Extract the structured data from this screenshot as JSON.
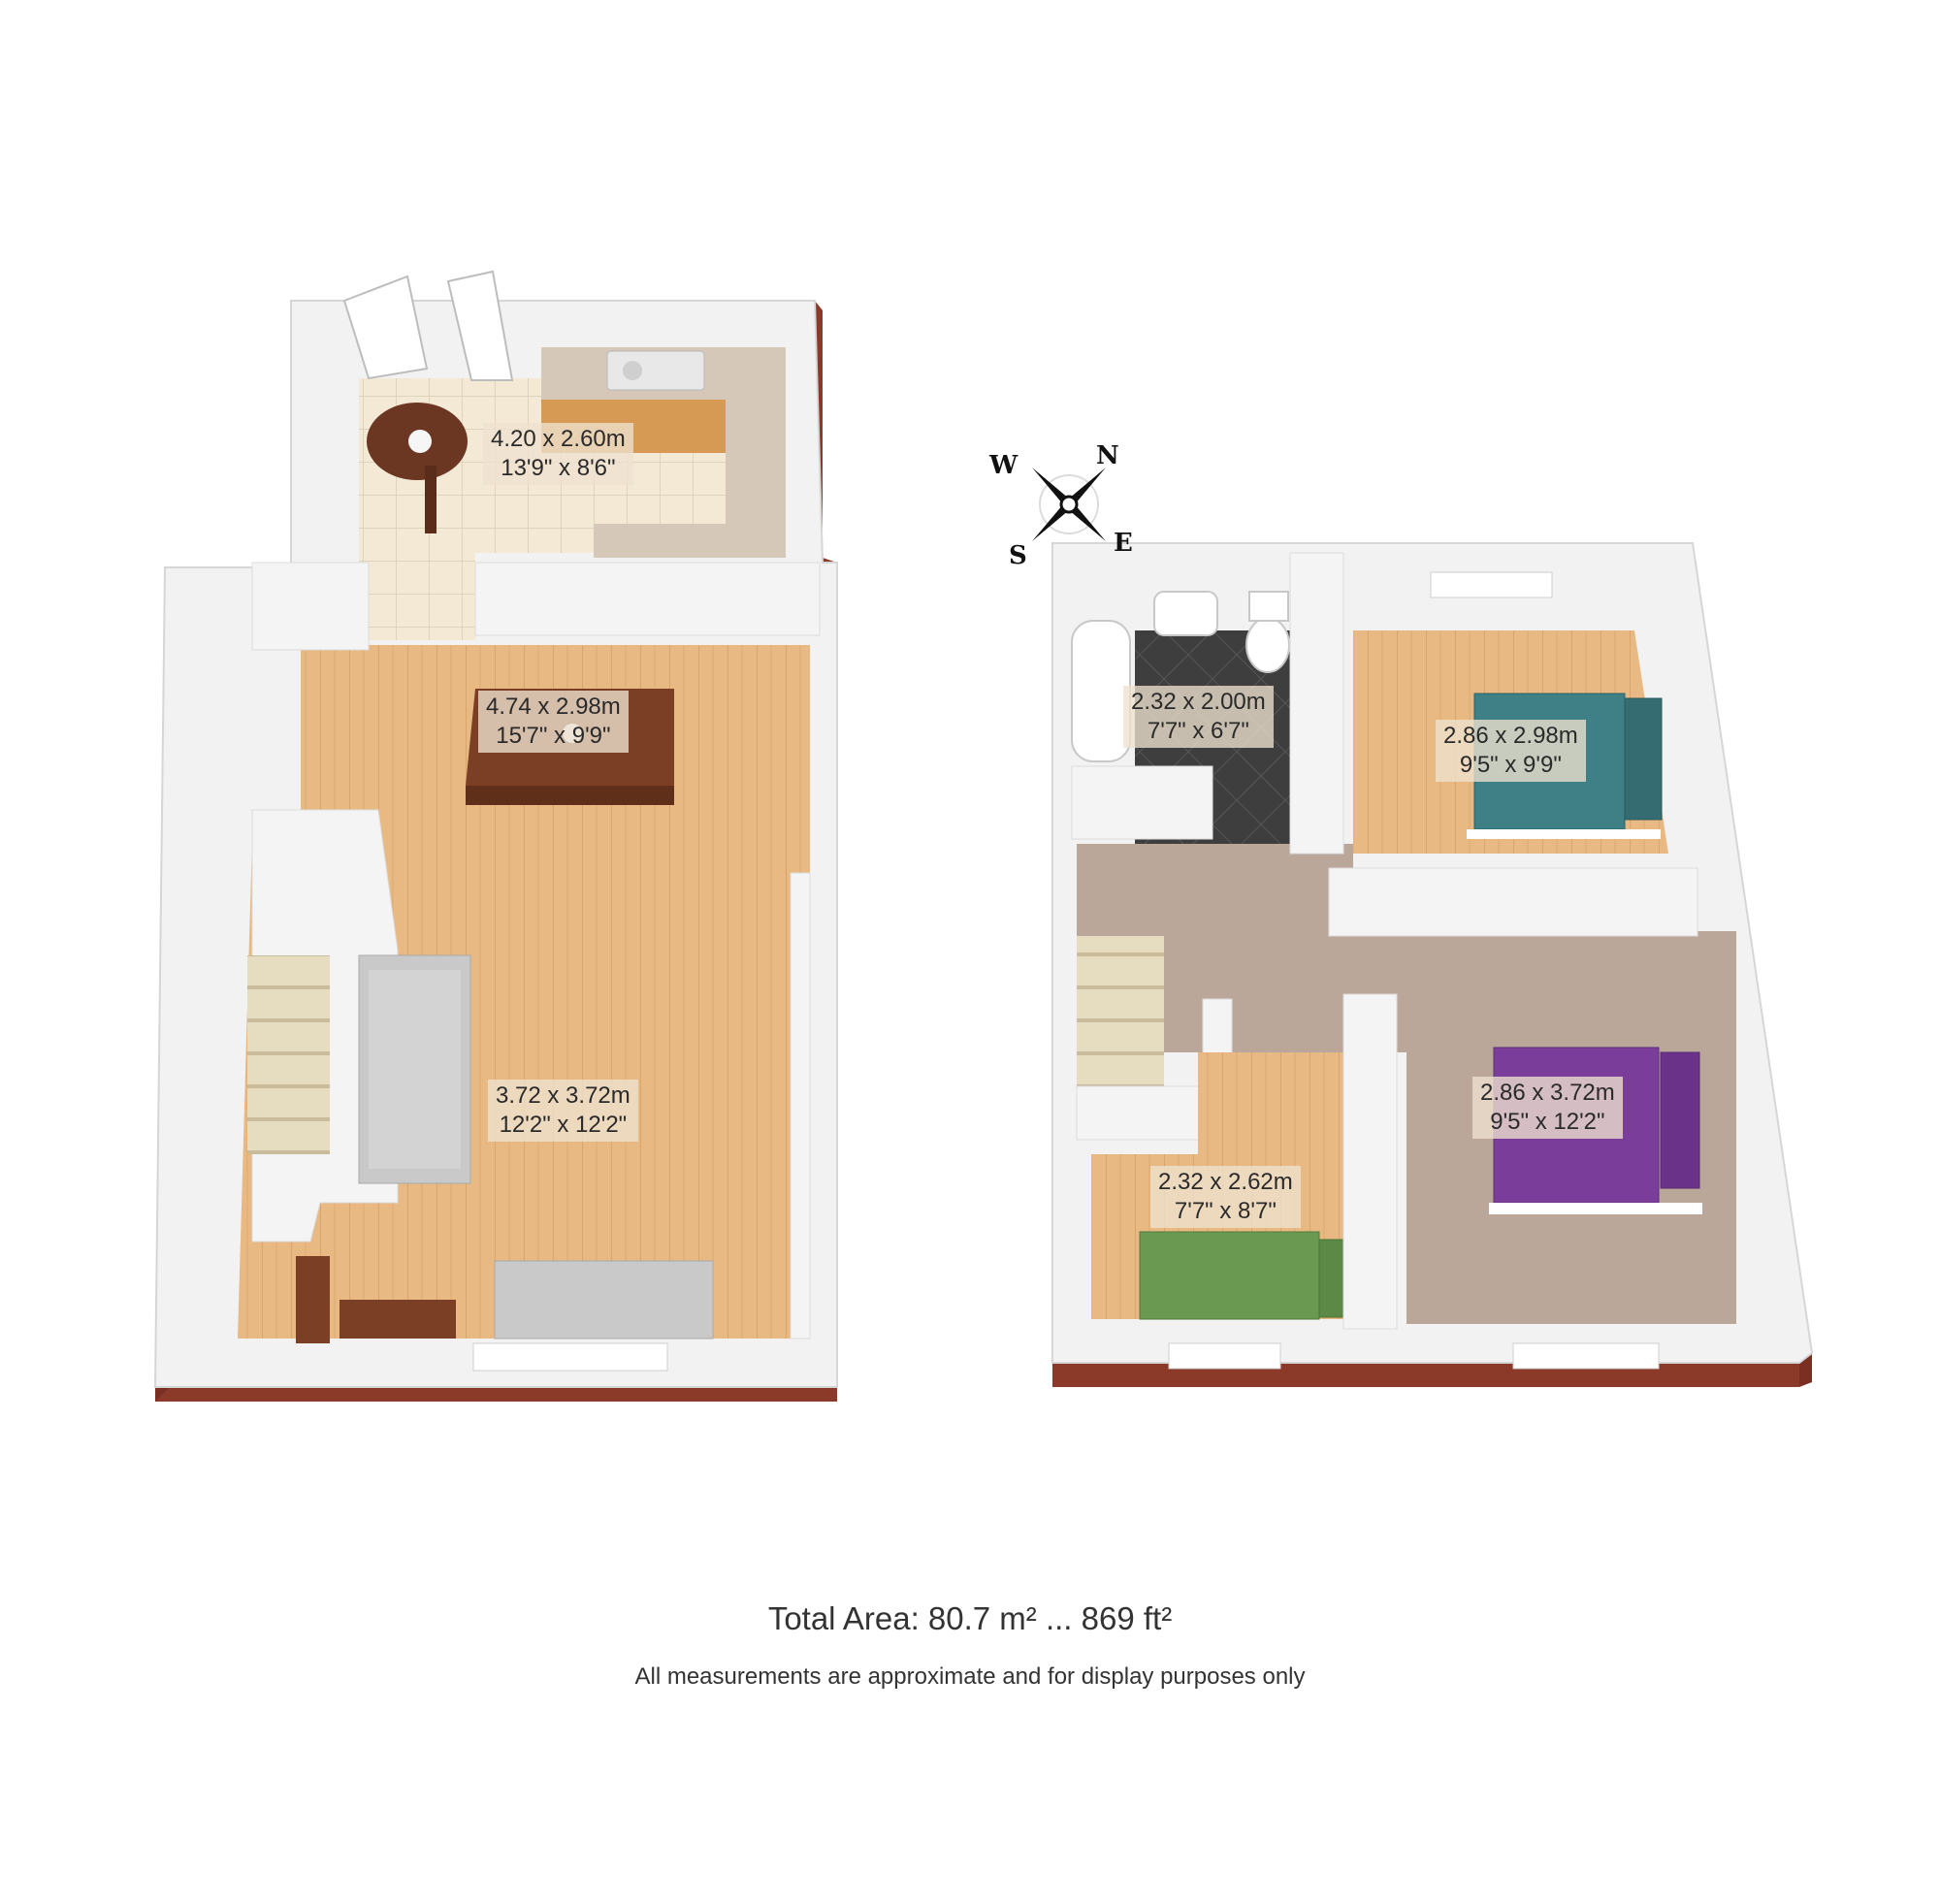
{
  "rooms": {
    "kitchen": {
      "metric": "4.20 x 2.60m",
      "imperial": "13'9\" x 8'6\""
    },
    "dining": {
      "metric": "4.74 x 2.98m",
      "imperial": "15'7\" x 9'9\""
    },
    "living": {
      "metric": "3.72 x 3.72m",
      "imperial": "12'2\" x 12'2\""
    },
    "bathroom": {
      "metric": "2.32 x 2.00m",
      "imperial": "7'7\" x 6'7\""
    },
    "bedroom_2": {
      "metric": "2.86 x 2.98m",
      "imperial": "9'5\" x 9'9\""
    },
    "bedroom_1": {
      "metric": "2.86 x 3.72m",
      "imperial": "9'5\" x 12'2\""
    },
    "bedroom_3": {
      "metric": "2.32 x 2.62m",
      "imperial": "7'7\" x 8'7\""
    }
  },
  "compass": {
    "n": "N",
    "e": "E",
    "s": "S",
    "w": "W"
  },
  "footer": {
    "total_area": "Total Area: 80.7 m² ... 869 ft²",
    "disclaimer": "All measurements are approximate and for display purposes only"
  },
  "colors": {
    "wall": "#f4f4f4",
    "brick": "#8b3a2a",
    "wood_floor": "#e6b57e",
    "carpet": "#bba79c",
    "tile": "#f1e6cf",
    "worktop": "#d4c7b6",
    "dark_tile": "#3c3c3c",
    "teal_bed": "#3f7f86",
    "purple_bed": "#7a3e9a",
    "green_bed": "#6a9a52"
  }
}
